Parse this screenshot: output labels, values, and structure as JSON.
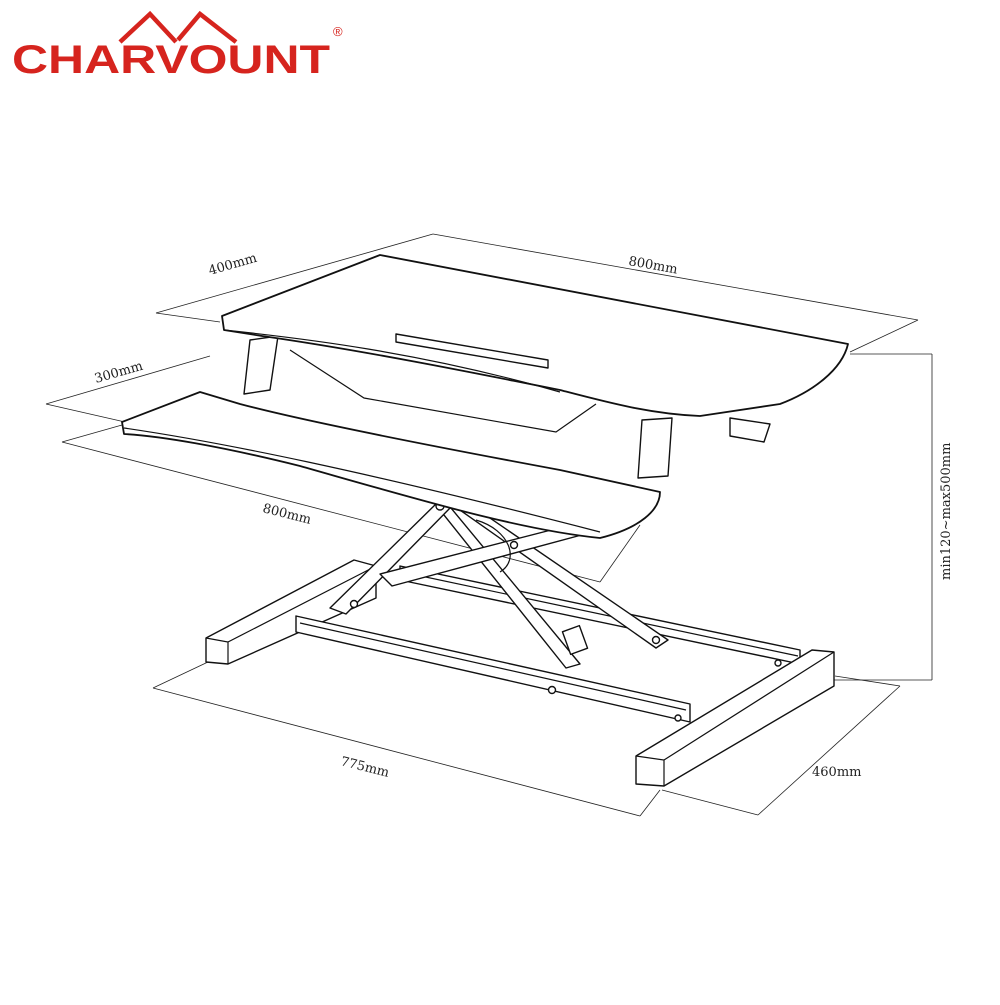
{
  "logo": {
    "brand": "CHARVOUNT",
    "registered_mark": "®",
    "color": "#d6241e"
  },
  "dimensions": {
    "top_depth": "400mm",
    "top_width": "800mm",
    "keyboard_depth": "300mm",
    "keyboard_width": "800mm",
    "height_range": "min120~max500mm",
    "base_width": "775mm",
    "base_depth": "460mm"
  }
}
